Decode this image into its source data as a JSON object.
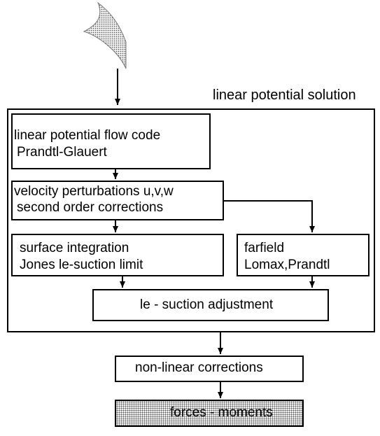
{
  "outer_label": "linear potential solution",
  "flow_code": {
    "line1": "linear potential flow code",
    "line2": "Prandtl-Glauert"
  },
  "velocity": {
    "line1": "velocity perturbations u,v,w",
    "line2": "second order corrections"
  },
  "surface": {
    "line1": "surface integration",
    "line2": "Jones le-suction limit"
  },
  "farfield": {
    "line1": "farfield",
    "line2": "Lomax,Prandtl"
  },
  "le_suction": "le - suction adjustment",
  "nonlinear": "non-linear corrections",
  "forces": "forces - moments",
  "icons": {
    "aircraft": "delta-wing-aircraft-icon"
  }
}
